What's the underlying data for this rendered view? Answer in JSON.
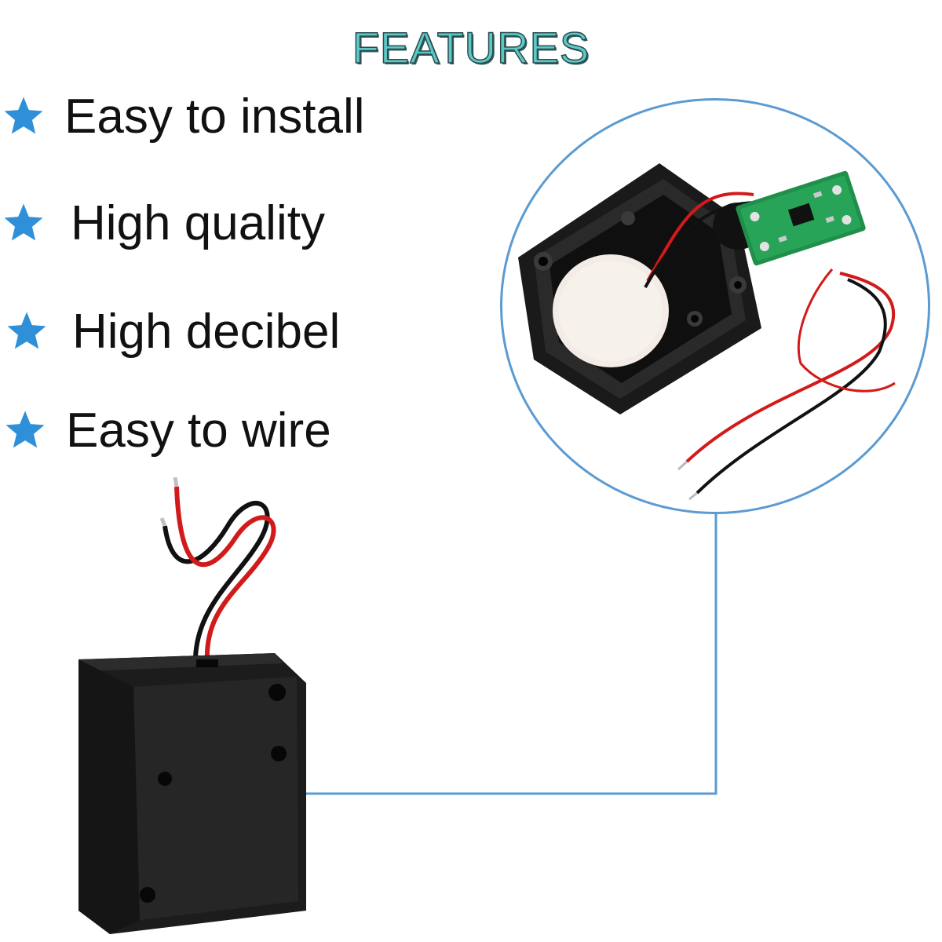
{
  "title": "FEATURES",
  "features": [
    {
      "label": "Easy to install",
      "icon": "star-icon"
    },
    {
      "label": "High quality",
      "icon": "star-icon"
    },
    {
      "label": "High decibel",
      "icon": "star-icon"
    },
    {
      "label": "Easy to wire",
      "icon": "star-icon"
    }
  ],
  "colors": {
    "title_fill": "#5cc9c9",
    "star": "#2f8fd8",
    "connector": "#5b9bd2",
    "text": "#111111"
  }
}
